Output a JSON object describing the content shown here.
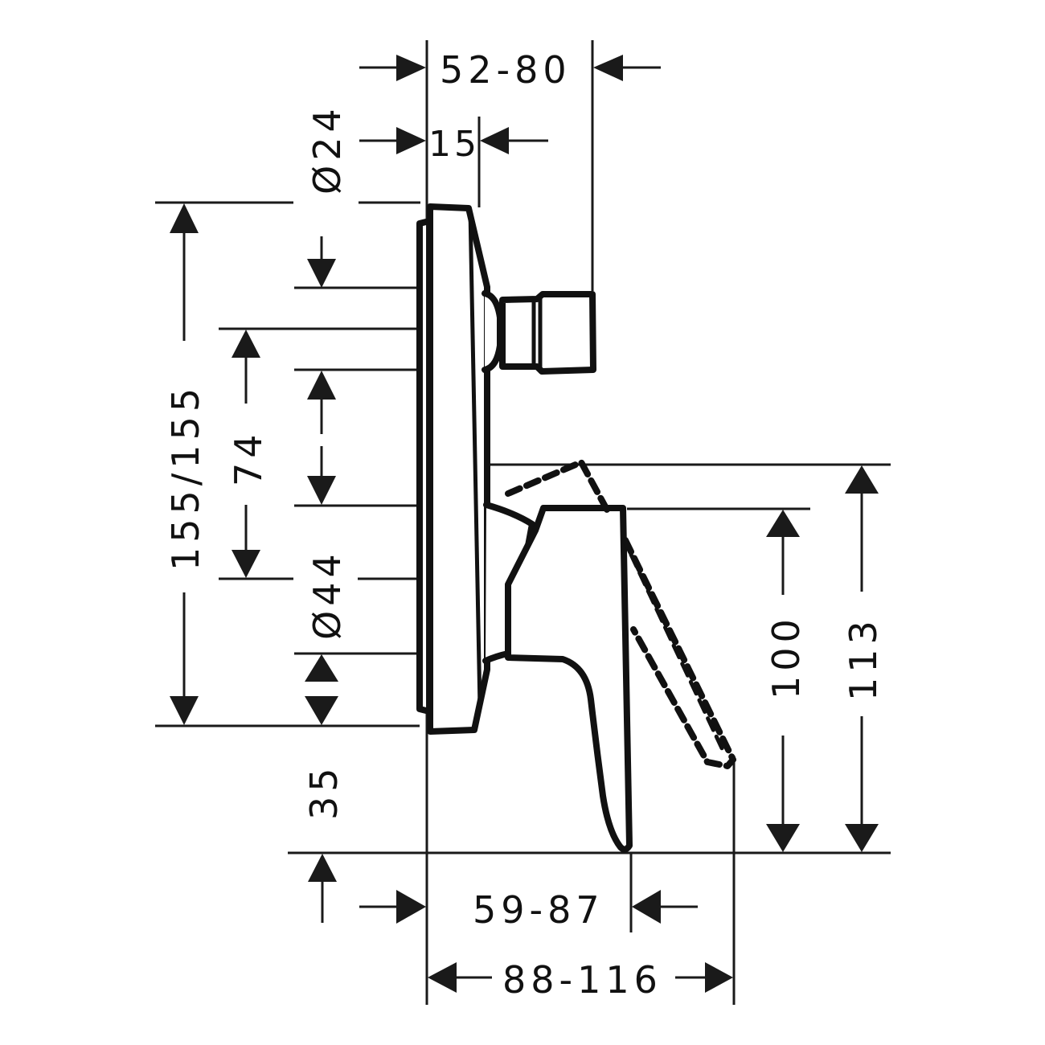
{
  "drawing": {
    "type": "technical-dimension-drawing",
    "subject": "concealed mixer trim with diverter knob and lever handle, side view",
    "units": "mm",
    "line_color": "#111111",
    "background": "#ffffff"
  },
  "dimensions": {
    "diverter_projection": {
      "label": "52-80",
      "orientation": "horizontal"
    },
    "plate_depth": {
      "label": "15",
      "orientation": "horizontal"
    },
    "diverter_diameter": {
      "label": "Ø24",
      "orientation": "vertical"
    },
    "plate_height": {
      "label": "155/155",
      "orientation": "vertical"
    },
    "center_distance": {
      "label": "74",
      "orientation": "vertical"
    },
    "handle_diameter": {
      "label": "Ø44",
      "orientation": "vertical"
    },
    "plate_bottom_offset": {
      "label": "35",
      "orientation": "vertical"
    },
    "handle_height": {
      "label": "100",
      "orientation": "vertical"
    },
    "handle_height_max": {
      "label": "113",
      "orientation": "vertical"
    },
    "handle_projection": {
      "label": "59-87",
      "orientation": "horizontal"
    },
    "handle_projection_open": {
      "label": "88-116",
      "orientation": "horizontal"
    }
  }
}
